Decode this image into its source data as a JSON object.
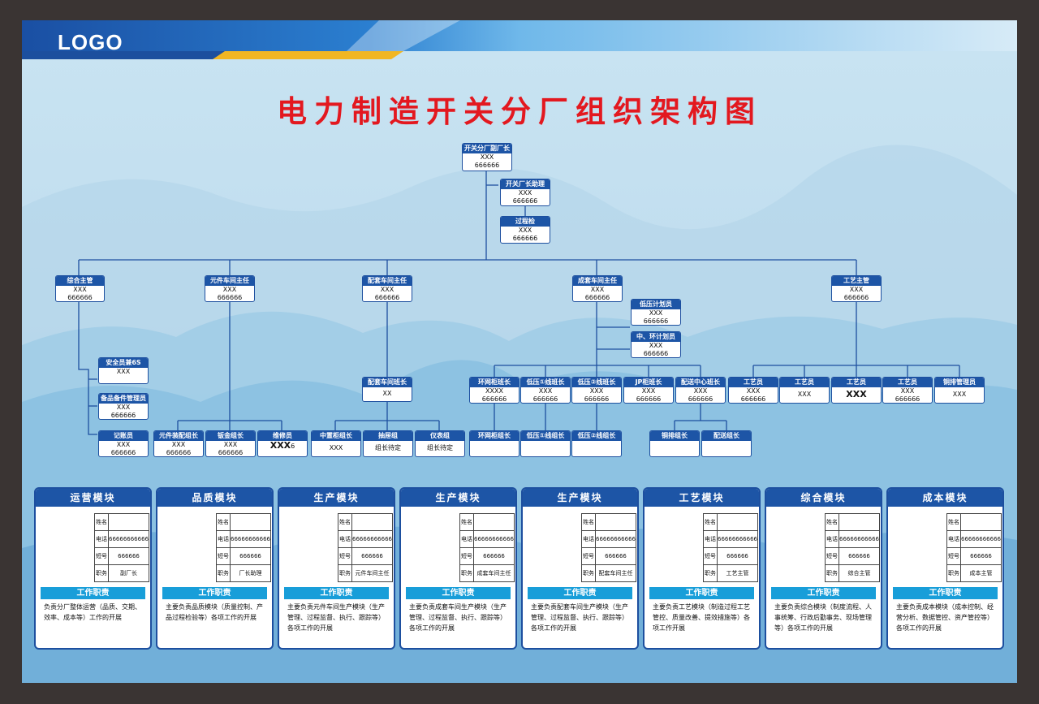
{
  "header": {
    "logo": "LOGO"
  },
  "title": "电力制造开关分厂组织架构图",
  "org": {
    "vp": {
      "title": "开关分厂副厂长",
      "name": "XXX",
      "phone": "666666"
    },
    "assistant": {
      "title": "开关厂长助理",
      "name": "XXX",
      "phone": "666666"
    },
    "inspector": {
      "title": "过程检",
      "name": "XXX",
      "phone": "666666"
    },
    "general": {
      "title": "综合主管",
      "name": "XXX",
      "phone": "666666"
    },
    "safety": {
      "title": "安全员兼6S",
      "name": "XXX"
    },
    "spares": {
      "title": "备品备件管理员",
      "name": "XXX",
      "phone": "666666"
    },
    "bookkeeper": {
      "title": "记账员",
      "name": "XXX",
      "phone": "666666"
    },
    "component": {
      "title": "元件车间主任",
      "name": "XXX",
      "phone": "666666"
    },
    "comp_assembly": {
      "title": "元件装配组长",
      "name": "XXX",
      "phone": "666666"
    },
    "comp_sheet": {
      "title": "钣金组长",
      "name": "XXX",
      "phone": "666666"
    },
    "comp_repair": {
      "title": "维修员",
      "name": "XXX",
      "phone": "6"
    },
    "matching": {
      "title": "配套车间主任",
      "name": "XXX",
      "phone": "666666"
    },
    "match_leader": {
      "title": "配套车间班长",
      "name": "XX"
    },
    "match_mid": {
      "title": "中置柜组长",
      "name": "XXX"
    },
    "match_drawer": {
      "title": "抽屉组",
      "name": "组长待定"
    },
    "match_meter": {
      "title": "仪表组",
      "name": "组长待定"
    },
    "complete": {
      "title": "成套车间主任",
      "name": "XXX",
      "phone": "666666"
    },
    "lv_planner": {
      "title": "低压计划员",
      "name": "XXX",
      "phone": "666666"
    },
    "mv_planner": {
      "title": "中、环计划员",
      "name": "XXX",
      "phone": "666666"
    },
    "ring_lead": {
      "title": "环网柜班长",
      "name": "XXXX",
      "phone": "666666"
    },
    "lv1_lead": {
      "title": "低压①线班长",
      "name": "XXX",
      "phone": "666666"
    },
    "lv2_lead": {
      "title": "低压②线班长",
      "name": "XXX",
      "phone": "666666"
    },
    "jp_lead": {
      "title": "JP柜班长",
      "name": "XXX",
      "phone": "666666"
    },
    "dist_lead": {
      "title": "配送中心班长",
      "name": "XXX",
      "phone": "666666"
    },
    "ring_group": {
      "title": "环网柜组长"
    },
    "lv1_group": {
      "title": "低压①线组长"
    },
    "lv2_group": {
      "title": "低压②线组长"
    },
    "copper_group": {
      "title": "铜排组长"
    },
    "dist_group": {
      "title": "配送组长"
    },
    "process": {
      "title": "工艺主管",
      "name": "XXX",
      "phone": "666666"
    },
    "tech1": {
      "title": "工艺员",
      "name": "XXX",
      "phone": "666666"
    },
    "tech2": {
      "title": "工艺员",
      "name": "XXX"
    },
    "tech3": {
      "title": "工艺员",
      "name": "XXX"
    },
    "tech4": {
      "title": "工艺员",
      "name": "XXX",
      "phone": "666666"
    },
    "copper_admin": {
      "title": "铜排管理员",
      "name": "XXX"
    }
  },
  "modules": [
    {
      "title": "运营模块",
      "name_label": "姓名",
      "name": "",
      "phone_label": "电话",
      "phone": "66666666666",
      "short_label": "短号",
      "short": "666666",
      "role_label": "职务",
      "role": "副厂长",
      "duty_title": "工作职责",
      "duty": "负责分厂整体运营（品质、交期、效率、成本等）工作的开展"
    },
    {
      "title": "品质模块",
      "name_label": "姓名",
      "name": "",
      "phone_label": "电话",
      "phone": "66666666666",
      "short_label": "短号",
      "short": "666666",
      "role_label": "职务",
      "role": "厂长助理",
      "duty_title": "工作职责",
      "duty": "主要负责品质模块（质量控制、产品过程检验等）各项工作的开展"
    },
    {
      "title": "生产模块",
      "name_label": "姓名",
      "name": "",
      "phone_label": "电话",
      "phone": "66666666666",
      "short_label": "短号",
      "short": "666666",
      "role_label": "职务",
      "role": "元件车间主任",
      "duty_title": "工作职责",
      "duty": "主要负责元件车间生产模块（生产管理、过程监督、执行、跟踪等）各项工作的开展"
    },
    {
      "title": "生产模块",
      "name_label": "姓名",
      "name": "",
      "phone_label": "电话",
      "phone": "66666666666",
      "short_label": "短号",
      "short": "666666",
      "role_label": "职务",
      "role": "成套车间主任",
      "duty_title": "工作职责",
      "duty": "主要负责成套车间生产模块（生产管理、过程监督、执行、跟踪等）各项工作的开展"
    },
    {
      "title": "生产模块",
      "name_label": "姓名",
      "name": "",
      "phone_label": "电话",
      "phone": "66666666666",
      "short_label": "短号",
      "short": "666666",
      "role_label": "职务",
      "role": "配套车间主任",
      "duty_title": "工作职责",
      "duty": "主要负责配套车间生产模块（生产管理、过程监督、执行、跟踪等）各项工作的开展"
    },
    {
      "title": "工艺模块",
      "name_label": "姓名",
      "name": "",
      "phone_label": "电话",
      "phone": "66666666666",
      "short_label": "短号",
      "short": "666666",
      "role_label": "职务",
      "role": "工艺主管",
      "duty_title": "工作职责",
      "duty": "主要负责工艺模块（制造过程工艺管控、质量改善、提效措施等）各项工作开展"
    },
    {
      "title": "综合模块",
      "name_label": "姓名",
      "name": "",
      "phone_label": "电话",
      "phone": "66666666666",
      "short_label": "短号",
      "short": "666666",
      "role_label": "职务",
      "role": "综合主管",
      "duty_title": "工作职责",
      "duty": "主要负责综合模块（制度流程、人事统筹、行政后勤事务、现场管理等）各项工作的开展"
    },
    {
      "title": "成本模块",
      "name_label": "姓名",
      "name": "",
      "phone_label": "电话",
      "phone": "66666666666",
      "short_label": "短号",
      "short": "666666",
      "role_label": "职务",
      "role": "成本主管",
      "duty_title": "工作职责",
      "duty": "主要负责成本模块（成本控制、经营分析、数据管控、资产管控等）各项工作的开展"
    }
  ]
}
